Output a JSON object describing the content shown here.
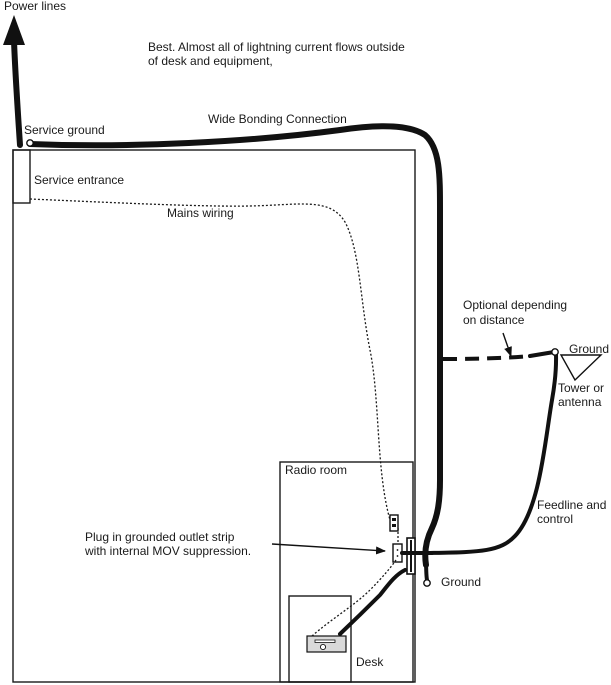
{
  "labels": {
    "power_lines": "Power lines",
    "caption_line1": "Best. Almost all of lightning current flows outside",
    "caption_line2": "of desk and equipment,",
    "wide_bonding": "Wide Bonding Connection",
    "service_ground": "Service ground",
    "service_entrance": "Service entrance",
    "mains_wiring": "Mains wiring",
    "optional_line1": "Optional depending",
    "optional_line2": "on distance",
    "ground_tower": "Ground",
    "tower_line1": "Tower or",
    "tower_line2": "antenna",
    "radio_room": "Radio room",
    "feedline_line1": "Feedline and",
    "feedline_line2": "control",
    "plug_line1": "Plug in grounded outlet strip",
    "plug_line2": "with internal MOV suppression.",
    "ground_bottom": "Ground",
    "desk": "Desk"
  }
}
